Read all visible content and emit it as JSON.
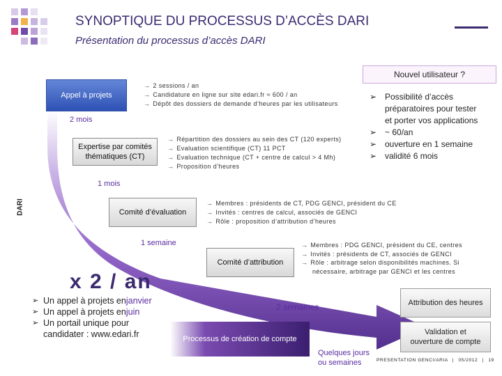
{
  "header": {
    "title": "SYNOPTIQUE DU PROCESSUS D’ACCÈS DARI",
    "subtitle": "Présentation du processus d’accès DARI"
  },
  "side_label": "DARI",
  "nouvel_utilisateur": {
    "heading": "Nouvel utilisateur ?",
    "items": [
      {
        "line1": "Possibilité d’accès",
        "line2": "préparatoires pour tester",
        "line3": "et porter vos applications"
      },
      {
        "line1": "~ 60/an"
      },
      {
        "line1": "ouverture en 1 semaine"
      },
      {
        "line1": "validité 6 mois"
      }
    ]
  },
  "steps": {
    "appel": {
      "label": "Appel à projets",
      "bullets": [
        "2 sessions / an",
        "Candidature en ligne sur site edari.fr  ≈ 600 / an",
        "Dépôt des dossiers de demande d’heures par les utilisateurs"
      ]
    },
    "expertise": {
      "label": "Expertise par comités thématiques (CT)",
      "bullets": [
        "Répartition des dossiers au sein des CT (120 experts)",
        "Evaluation scientifique (CT)  11 PCT",
        "Evaluation technique (CT + centre de calcul > 4 Mh)",
        "Proposition d’heures"
      ]
    },
    "evaluation": {
      "label": "Comité d’évaluation",
      "bullets": [
        "Membres : présidents de CT, PDG GENCI, président du CE",
        "Invités : centres de calcul, associés de GENCI",
        "Rôle : proposition d’attribution d’heures"
      ]
    },
    "attribution": {
      "label": "Comité d’attribution",
      "bullets": [
        "Membres : PDG GENCI,  président du CE, centres",
        "Invités : présidents de CT, associés de GENCI",
        "Rôle : arbitrage selon disponibilités machines. Si",
        "nécessaire, arbitrage par GENCI et les centres"
      ]
    }
  },
  "durations": {
    "d1": "2 mois",
    "d2": "1 mois",
    "d3": "1 semaine",
    "d4": "2 semaines",
    "d5_line1": "Quelques jours",
    "d5_line2": "ou semaines"
  },
  "frequency": "x 2 / an",
  "details": [
    {
      "pre": "Un appel à projets en ",
      "hl": "janvier"
    },
    {
      "pre": "Un appel à projets en ",
      "hl": "juin"
    },
    {
      "pre": "Un portail unique pour",
      "hl": ""
    },
    {
      "pre": "candidater : www.edari.fr",
      "hl": ""
    }
  ],
  "process_label": "Processus de création de compte",
  "right_boxes": {
    "attribution_heures": "Attribution des heures",
    "validation_line1": "Validation et",
    "validation_line2": "ouverture de compte"
  },
  "footer": {
    "text": "PRESENTATION GENCI/ARIA",
    "date": "05/2012",
    "page": "19"
  },
  "colors": {
    "title": "#3b2a70",
    "accent": "#5a2ca0",
    "appel_box": "#2e52b4",
    "process_box": "#3b1f70"
  }
}
